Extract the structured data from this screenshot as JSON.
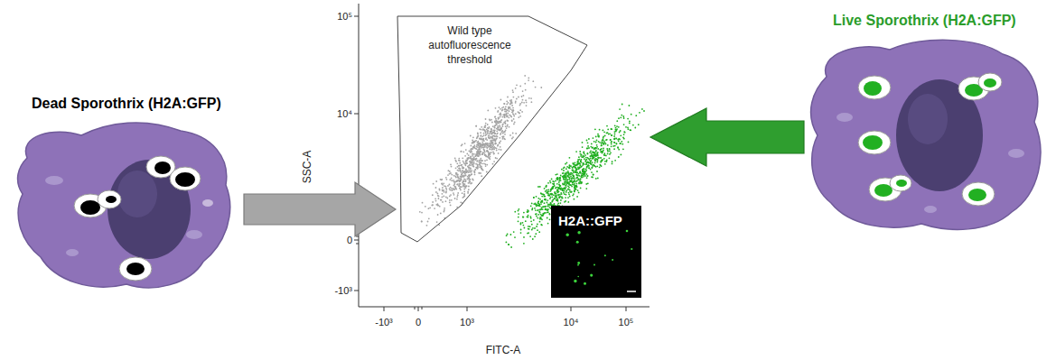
{
  "diagram": {
    "nodes": [
      {
        "text": [
          "Dead Sporothrix (H2A:GFP)"
        ]
      },
      {
        "text": [
          "SSC-A",
          "FITC-A"
        ]
      },
      {
        "text": [
          "Wild type autofluorescence threshold"
        ],
        "in": 1
      },
      {
        "text": [
          "H2A::GFP"
        ],
        "in": 1
      },
      {
        "text": [
          "Live Sporothrix (H2A:GFP)"
        ]
      }
    ],
    "edges": [
      {
        "from": 0,
        "to": 2,
        "arrow": "to"
      },
      {
        "from": 4,
        "to": 1,
        "arrow": "to"
      }
    ],
    "labels": [
      "10⁵",
      "10⁴",
      "0",
      "-10³",
      "-10³",
      "0",
      "10³",
      "10⁴",
      "10⁵"
    ]
  }
}
